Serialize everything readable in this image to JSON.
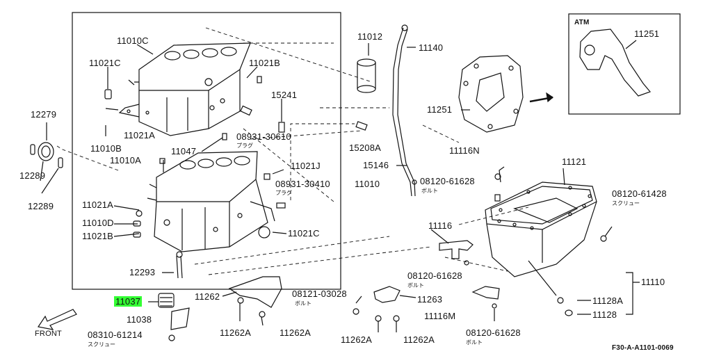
{
  "inset": {
    "title": "ATM",
    "part": "11251"
  },
  "labels": {
    "p11010C": "11010C",
    "p11021C_top": "11021C",
    "p11021B_top": "11021B",
    "p15241": "15241",
    "p12279": "12279",
    "p11021A_top": "11021A",
    "p08931_30610": "08931-30610",
    "plug1": "プラグ",
    "p11010B": "11010B",
    "p11047": "11047",
    "p11010A": "11010A",
    "p12289a": "12289",
    "p12289b": "12289",
    "p11021J": "11021J",
    "p08931_30410": "08931-30410",
    "plug2": "プラグ",
    "p11021A_mid": "11021A",
    "p11010D": "11010D",
    "p11021B_mid": "11021B",
    "p11021C_mid": "11021C",
    "p12293": "12293",
    "p11037": "11037",
    "p11038": "11038",
    "p08310_61214": "08310-61214",
    "screw1": "スクリュー",
    "front": "FRONT",
    "p11262": "11262",
    "p11262A_a": "11262A",
    "p11262A_b": "11262A",
    "p08121_03028": "08121-03028",
    "bolt1": "ボルト",
    "p11012": "11012",
    "p11140": "11140",
    "p15208A": "15208A",
    "p15146": "15146",
    "p11010": "11010",
    "p08120_61628a": "08120-61628",
    "bolt2": "ボルト",
    "p11116N": "11116N",
    "p11251_main": "11251",
    "p11121": "11121",
    "p08120_61428": "08120-61428",
    "screw2": "スクリュー",
    "p11116": "11116",
    "p08120_61628b": "08120-61628",
    "bolt3": "ボルト",
    "p11263": "11263",
    "p11116M": "11116M",
    "p08120_61628c": "08120-61628",
    "bolt4": "ボルト",
    "p11262A_c": "11262A",
    "p11262A_d": "11262A",
    "p11110": "11110",
    "p11128A": "11128A",
    "p11128": "11128",
    "code": "F30-A-A1101-0069"
  },
  "colors": {
    "highlight": "#33ff33",
    "ink": "#111111"
  }
}
